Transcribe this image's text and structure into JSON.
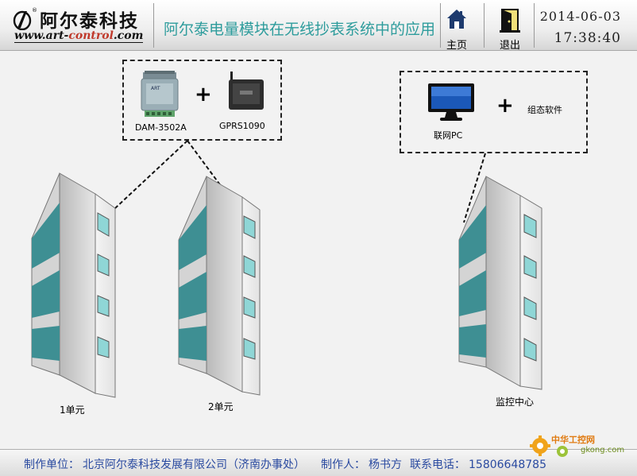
{
  "header": {
    "brand_name": "阿尔泰科技",
    "brand_url_prefix": "www.art-",
    "brand_url_red": "control",
    "brand_url_suffix": ".com",
    "reg_mark": "®",
    "title": "阿尔泰电量模块在无线抄表系统中的应用",
    "home_label": "主页",
    "exit_label": "退出",
    "date": "2014-06-03",
    "time": "17:38:40"
  },
  "devices": {
    "module_label": "DAM-3502A",
    "gprs_label": "GPRS1090",
    "plus_1": "+",
    "pc_label": "联网PC",
    "plus_2": "+",
    "software_label": "组态软件",
    "module_brand": "ART"
  },
  "buildings": {
    "unit1": "1单元",
    "unit2": "2单元",
    "center": "监控中心"
  },
  "footer": {
    "maker_prefix": "制作单位：",
    "maker": "北京阿尔泰科技发展有限公司（济南办事处）",
    "author_prefix": "制作人：",
    "author": "杨书方",
    "phone_prefix": "联系电话：",
    "phone": "15806648785"
  },
  "watermark": {
    "name": "中华工控网",
    "url": "gkong.com"
  },
  "colors": {
    "title_teal": "#2e9c9c",
    "footer_blue": "#2a4aa0",
    "window_teal": "#3e8f93",
    "window_light": "#8fd6d6"
  }
}
